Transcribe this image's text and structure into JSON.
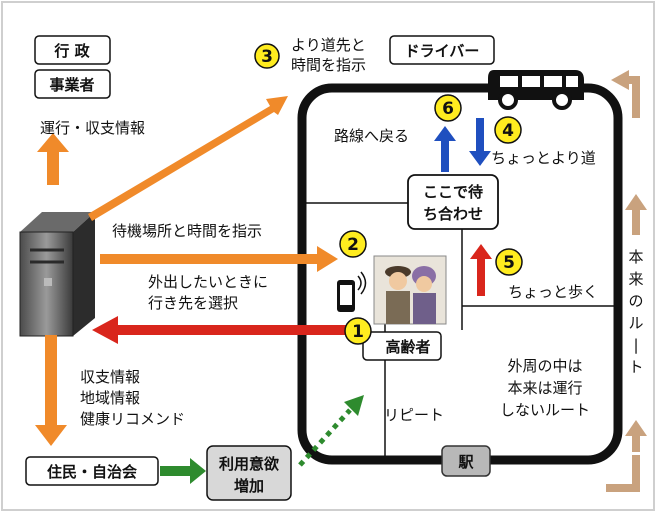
{
  "labels": {
    "gyosei": "行 政",
    "jigyosha": "事業者",
    "unko_shushi": "運行・収支情報",
    "yori_michisaki_1": "より道先と",
    "yori_michisaki_2": "時間を指示",
    "driver": "ドライバー",
    "rosen_modoru": "路線へ戻る",
    "chotto_yorimichi": "ちょっとより道",
    "koko_de_1": "ここで待",
    "koko_de_2": "ち合わせ",
    "taikijo": "待機場所と時間を指示",
    "gaishutsu_1": "外出したいときに",
    "gaishutsu_2": "行き先を選択",
    "chotto_aruku": "ちょっと歩く",
    "koreisha": "高齢者",
    "shushi_info": "収支情報",
    "chiiki_info": "地域情報",
    "kenko_reco": "健康リコメンド",
    "repeat": "リピート",
    "gaishu_1": "外周の中は",
    "gaishu_2": "本来は運行",
    "gaishu_3": "しないルート",
    "honrai_route": "本来のルート",
    "eki": "駅",
    "jumin": "住民・自治会",
    "riyo_1": "利用意欲",
    "riyo_2": "増加"
  },
  "steps": [
    "1",
    "2",
    "3",
    "4",
    "5",
    "6"
  ],
  "colors": {
    "orange": "#f08a2a",
    "red": "#d9261c",
    "blue": "#1f4fbf",
    "green": "#2e8b2e",
    "yellow": "#ffec1f",
    "brown": "#c9a27e",
    "road": "#111111"
  }
}
